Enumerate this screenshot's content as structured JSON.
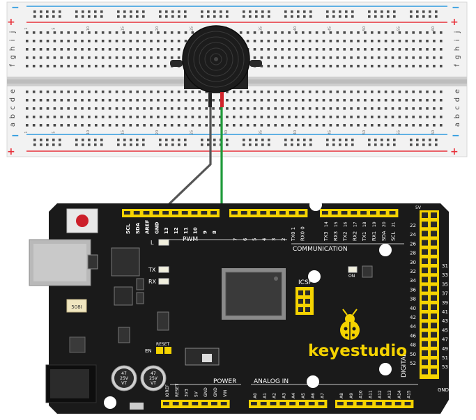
{
  "breadboard": {
    "row_letters_top": [
      "j",
      "i",
      "h",
      "g",
      "f"
    ],
    "row_letters_bottom": [
      "e",
      "d",
      "c",
      "b",
      "a"
    ],
    "column_numbers": [
      "1",
      "5",
      "10",
      "15",
      "20",
      "25",
      "30",
      "35",
      "40",
      "45",
      "50",
      "55",
      "60"
    ],
    "plus": "+",
    "minus": "−"
  },
  "board": {
    "brand": "keyestudio",
    "labels": {
      "pwm": "PWM",
      "communication": "COMMUNICATION",
      "power": "POWER",
      "analog_in": "ANALOG IN",
      "digital": "DIGITAL",
      "icsp": "ICSP",
      "on": "ON",
      "l": "L",
      "tx": "TX",
      "rx": "RX",
      "en": "EN",
      "reset": "RESET",
      "gnd": "GND",
      "five_v": "5V",
      "fuse": "508I",
      "cap1": "47\n25V\nVT",
      "cap2": "47\n25V\nVT"
    },
    "header_top_left": [
      "SCL",
      "SDA",
      "AREF",
      "GND",
      "13",
      "12",
      "11",
      "10",
      "9",
      "8"
    ],
    "header_top_mid": [
      "7",
      "6",
      "5",
      "4",
      "3",
      "2",
      "TX0 1",
      "RX0 0"
    ],
    "header_top_right": [
      "TX3",
      "RX3",
      "TX2",
      "RX2",
      "TX1",
      "RX1",
      "SDA",
      "SCL"
    ],
    "header_top_right_nums": [
      "14",
      "15",
      "16",
      "17",
      "18",
      "19",
      "20",
      "21"
    ],
    "header_power": [
      "IOREF",
      "RESET",
      "3V3",
      "5V",
      "GND",
      "GND",
      "VIN"
    ],
    "header_analog_a": [
      "A0",
      "A1",
      "A2",
      "A3",
      "A4",
      "A5",
      "A6",
      "A7"
    ],
    "header_analog_b": [
      "A8",
      "A9",
      "A10",
      "A11",
      "A12",
      "A13",
      "A14",
      "A15"
    ],
    "digital_left": [
      "22",
      "24",
      "26",
      "28",
      "30",
      "32",
      "34",
      "36",
      "38",
      "40",
      "42",
      "44",
      "46",
      "48",
      "50",
      "52"
    ],
    "digital_right": [
      "31",
      "33",
      "35",
      "37",
      "39",
      "41",
      "43",
      "45",
      "47",
      "49",
      "51",
      "53"
    ]
  },
  "colors": {
    "board": "#1a1a1a",
    "header": "#f5d300",
    "red_rail": "#e8313a",
    "blue_rail": "#2f9be0",
    "wire_gray": "#555555",
    "wire_green": "#1f9a3a",
    "silk": "#ffffff"
  }
}
